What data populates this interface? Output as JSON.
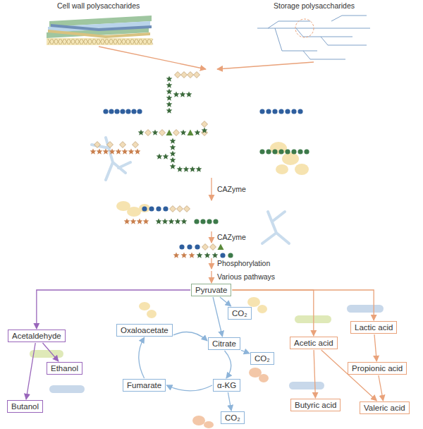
{
  "diagram": {
    "nodes": [
      {
        "text": [
          "Pyruvate"
        ]
      },
      {
        "text": [
          "Acetaldehyde"
        ]
      },
      {
        "text": [
          "Ethanol"
        ]
      },
      {
        "text": [
          "Butanol"
        ]
      },
      {
        "text": [
          "Oxaloacetate"
        ]
      },
      {
        "text": [
          "CO₂"
        ]
      },
      {
        "text": [
          "Citrate"
        ]
      },
      {
        "text": [
          "CO₂"
        ]
      },
      {
        "text": [
          "Fumarate"
        ]
      },
      {
        "text": [
          "α-KG"
        ]
      },
      {
        "text": [
          "CO₂"
        ]
      },
      {
        "text": [
          "Acetic acid"
        ]
      },
      {
        "text": [
          "Lactic acid"
        ]
      },
      {
        "text": [
          "Propionic acid"
        ]
      },
      {
        "text": [
          "Butyric acid"
        ]
      },
      {
        "text": [
          "Valeric acid"
        ]
      }
    ],
    "edges": [
      {
        "from": 0,
        "to": 1,
        "arrow": "to"
      },
      {
        "from": 1,
        "to": 2,
        "arrow": "to"
      },
      {
        "from": 1,
        "to": 3,
        "arrow": "to"
      },
      {
        "from": 0,
        "to": 5,
        "arrow": "to"
      },
      {
        "from": 0,
        "to": 6,
        "arrow": "to"
      },
      {
        "from": 6,
        "to": 7,
        "arrow": "to"
      },
      {
        "from": 6,
        "to": 9,
        "arrow": "to"
      },
      {
        "from": 9,
        "to": 10,
        "arrow": "to"
      },
      {
        "from": 9,
        "to": 8,
        "arrow": "to"
      },
      {
        "from": 8,
        "to": 4,
        "arrow": "to"
      },
      {
        "from": 4,
        "to": 6,
        "arrow": "to"
      },
      {
        "from": 0,
        "to": 11,
        "arrow": "to"
      },
      {
        "from": 0,
        "to": 12,
        "arrow": "to"
      },
      {
        "from": 12,
        "to": 13,
        "arrow": "to"
      },
      {
        "from": 11,
        "to": 14,
        "arrow": "to"
      },
      {
        "from": 11,
        "to": 15,
        "arrow": "to"
      },
      {
        "from": 13,
        "to": 15,
        "arrow": "to"
      }
    ],
    "labels": [
      "Cell wall polysaccharides",
      "Storage polysaccharides",
      "CAZyme",
      "CAZyme",
      "Phosphorylation",
      "Various pathways"
    ]
  }
}
